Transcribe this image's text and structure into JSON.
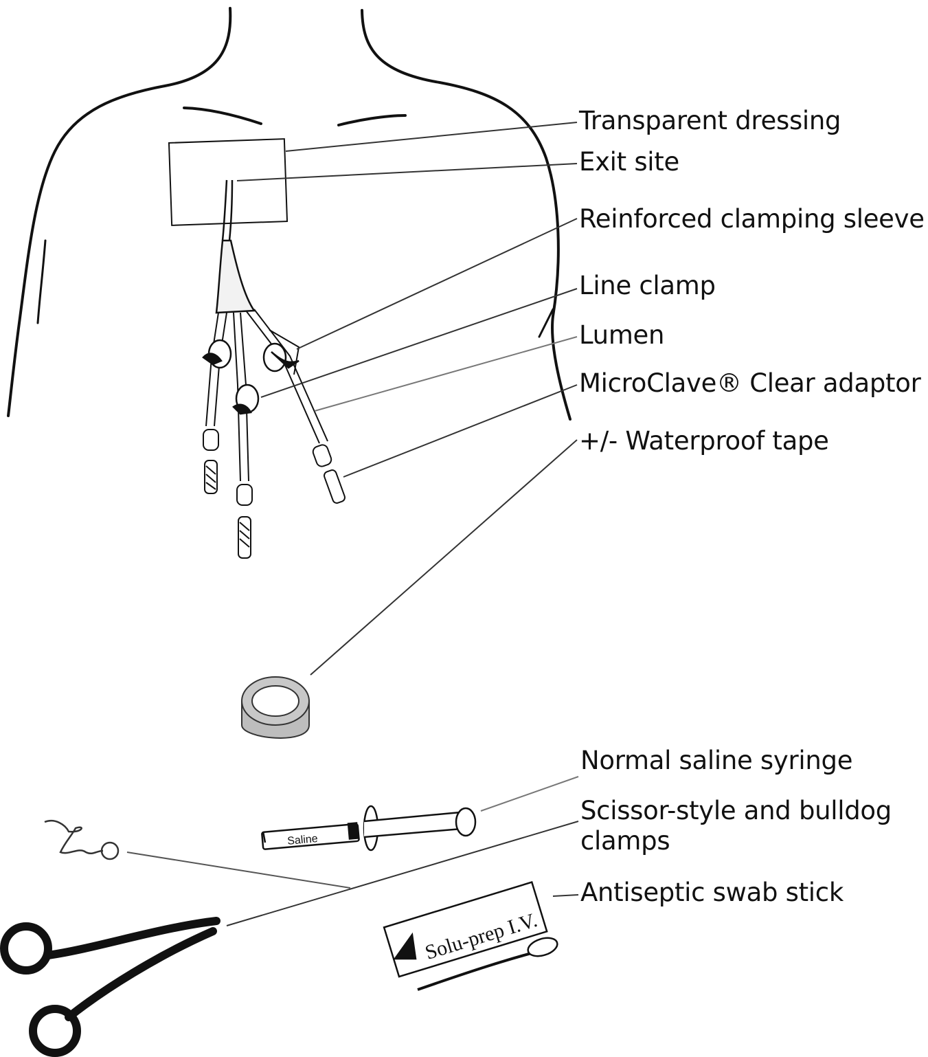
{
  "labels": {
    "transparent_dressing": "Transparent dressing",
    "exit_site": "Exit site",
    "reinforced_sleeve": "Reinforced clamping sleeve",
    "line_clamp": "Line clamp",
    "lumen": "Lumen",
    "microclave": "MicroClave® Clear adaptor",
    "waterproof_tape": "+/- Waterproof tape",
    "saline_syringe": "Normal saline syringe",
    "clamps": "Scissor-style and bulldog clamps",
    "swab_stick": "Antiseptic swab stick"
  },
  "syringe_text": "Saline",
  "swab_packet_text": "Solu-prep I.V.",
  "colors": {
    "ink": "#111111",
    "leader": "#555555",
    "tape": "#bdbdbd",
    "background": "#ffffff"
  }
}
